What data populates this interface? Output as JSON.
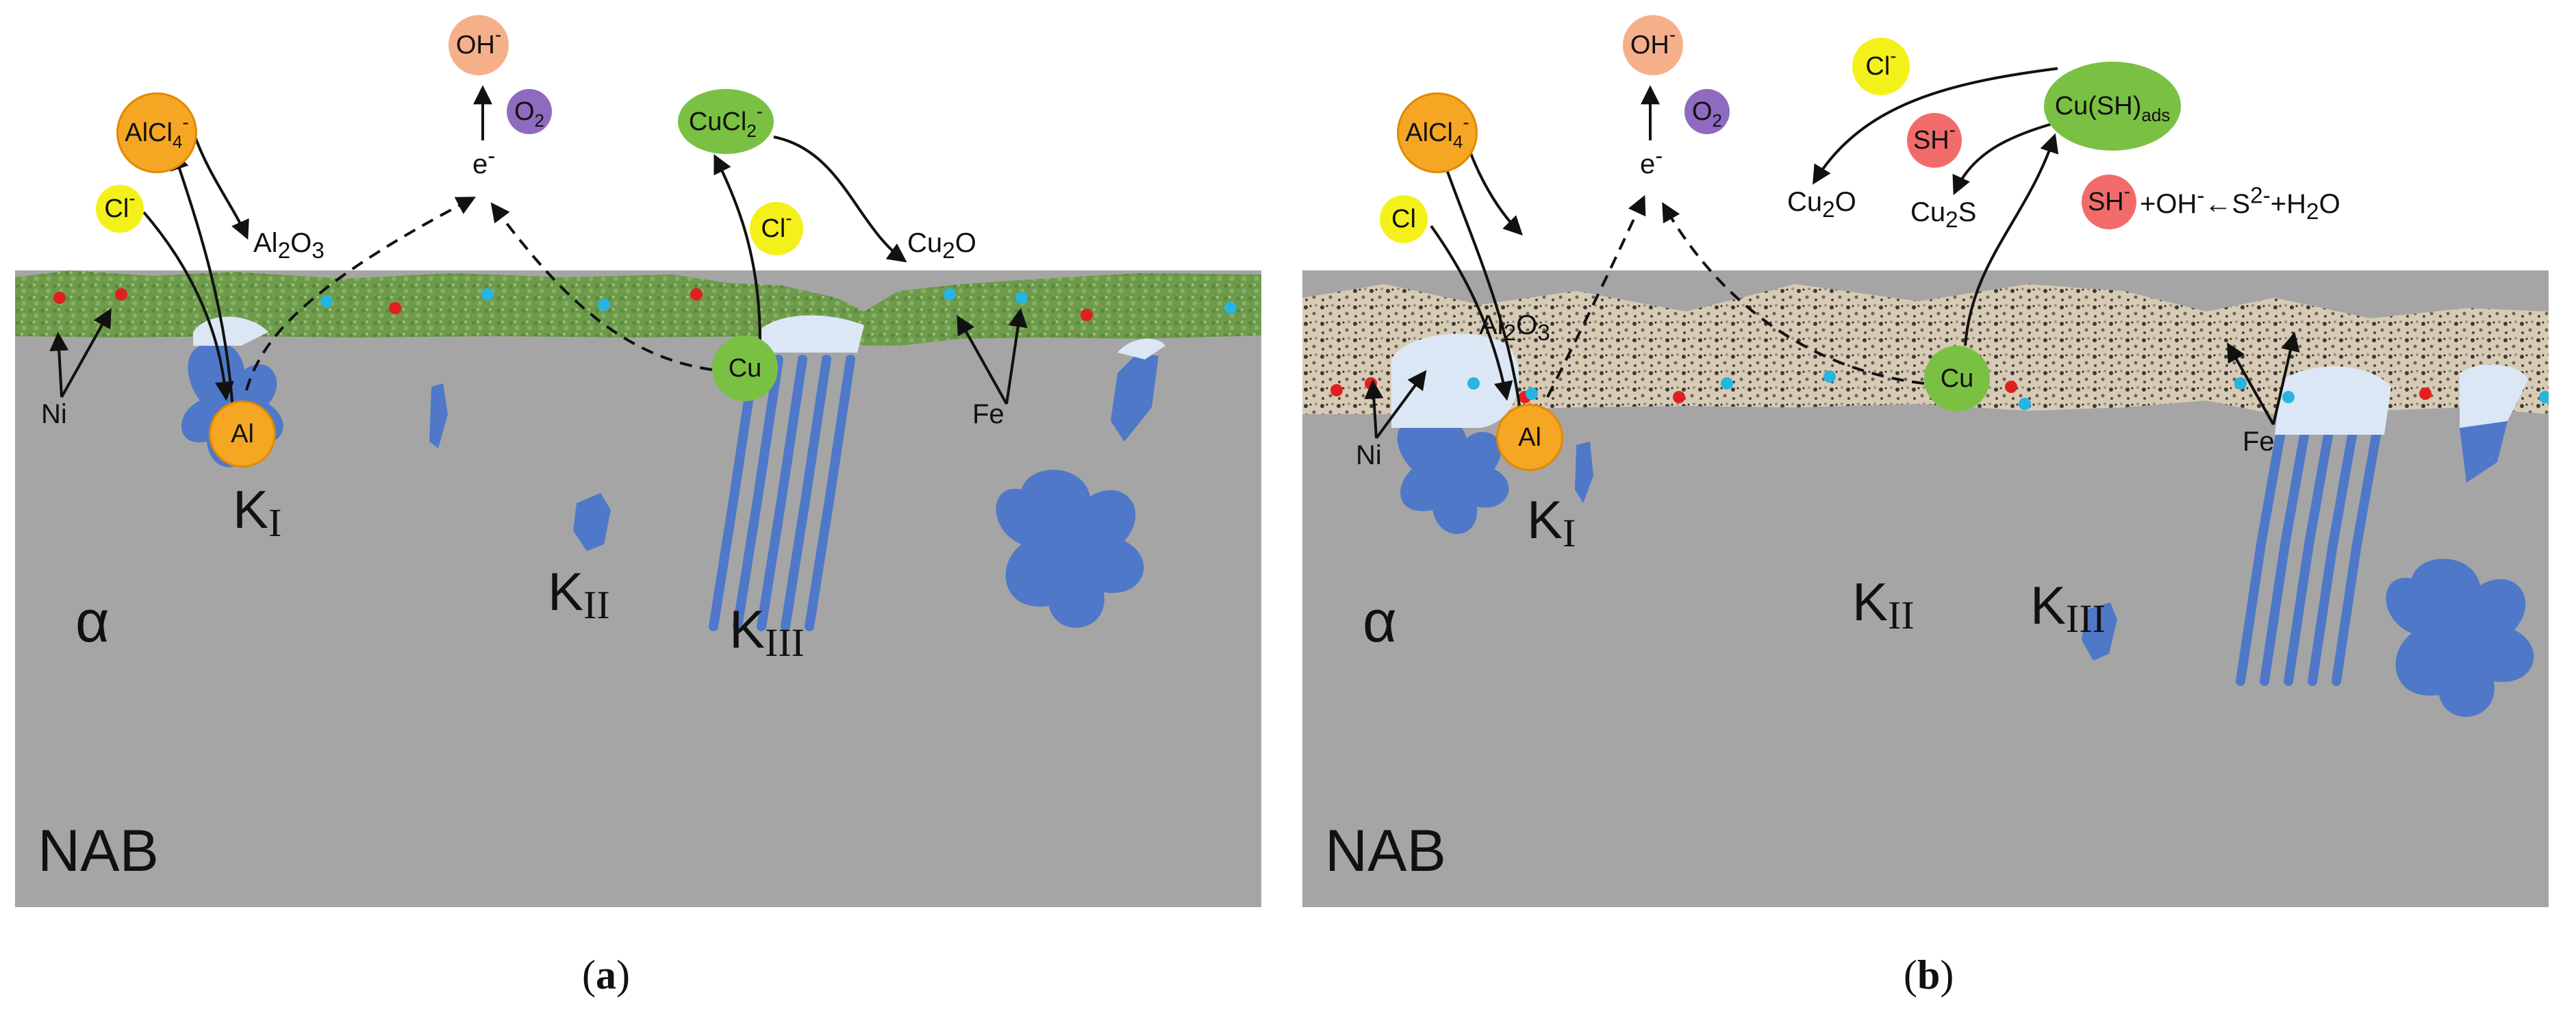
{
  "shared": {
    "ions": {
      "alcl4": "AlCl",
      "alcl4_sub": "4",
      "alcl4_sup": "-",
      "cl": "Cl",
      "cl_sup": "-",
      "oh": "OH",
      "oh_sup": "-",
      "o2": "O",
      "o2_sub": "2",
      "e": "e",
      "e_sup": "-",
      "al": "Al",
      "cu": "Cu"
    },
    "labels": {
      "ni": "Ni",
      "fe": "Fe",
      "alpha": "α",
      "nab": "NAB",
      "k": "K",
      "k1_sub": "I",
      "k2_sub": "II",
      "k3_sub": "III"
    }
  },
  "panel_a": {
    "caption": "a",
    "al2o3": "Al",
    "al2o3_sub": "2",
    "al2o3_tail": "O",
    "al2o3_sub2": "3",
    "cucl2": "CuCl",
    "cucl2_sub": "2",
    "cucl2_sup": "-",
    "cu2o": "Cu",
    "cu2o_sub": "2",
    "cu2o_tail": "O"
  },
  "panel_b": {
    "caption": "b",
    "al2o3": "Al",
    "al2o3_sub": "2",
    "al2o3_tail": "O",
    "al2o3_sub2": "3",
    "cu2o": "Cu",
    "cu2o_sub": "2",
    "cu2o_tail": "O",
    "cu2s": "Cu",
    "cu2s_sub": "2",
    "cu2s_tail": "S",
    "sh": "SH",
    "sh_sup": "-",
    "cush": "Cu(SH)",
    "cush_sub": "ads",
    "reaction_a": "+OH",
    "reaction_a_sup": "-",
    "reaction_b": "←S",
    "reaction_b_sup": "2-",
    "reaction_c": "+H",
    "reaction_c_sub": "2",
    "reaction_d": "O"
  },
  "colors": {
    "substrate": "#a5a5a5",
    "film_a": "#6e9a4c",
    "film_b": "#d8cbb5",
    "phase": "#4f78c9",
    "al_ion": "#f5a623",
    "cl_ion": "#f4f11a",
    "cu_ion": "#7ac143"
  }
}
